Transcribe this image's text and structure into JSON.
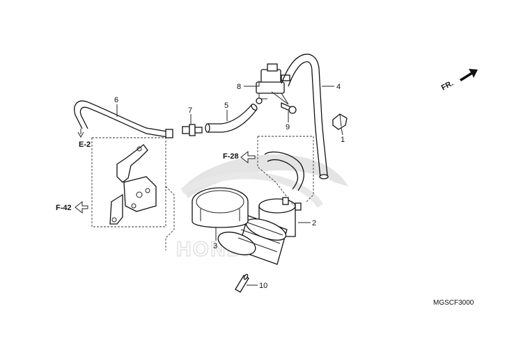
{
  "parts": [
    {
      "num": "1"
    },
    {
      "num": "2"
    },
    {
      "num": "3"
    },
    {
      "num": "4"
    },
    {
      "num": "5"
    },
    {
      "num": "6"
    },
    {
      "num": "7"
    },
    {
      "num": "8"
    },
    {
      "num": "9"
    },
    {
      "num": "10"
    }
  ],
  "refs": {
    "e2": "E-2",
    "f28": "F-28",
    "f42": "F-42",
    "fr": "FR."
  },
  "watermark": "HONDA",
  "diagram_code": "MGSCF3000"
}
